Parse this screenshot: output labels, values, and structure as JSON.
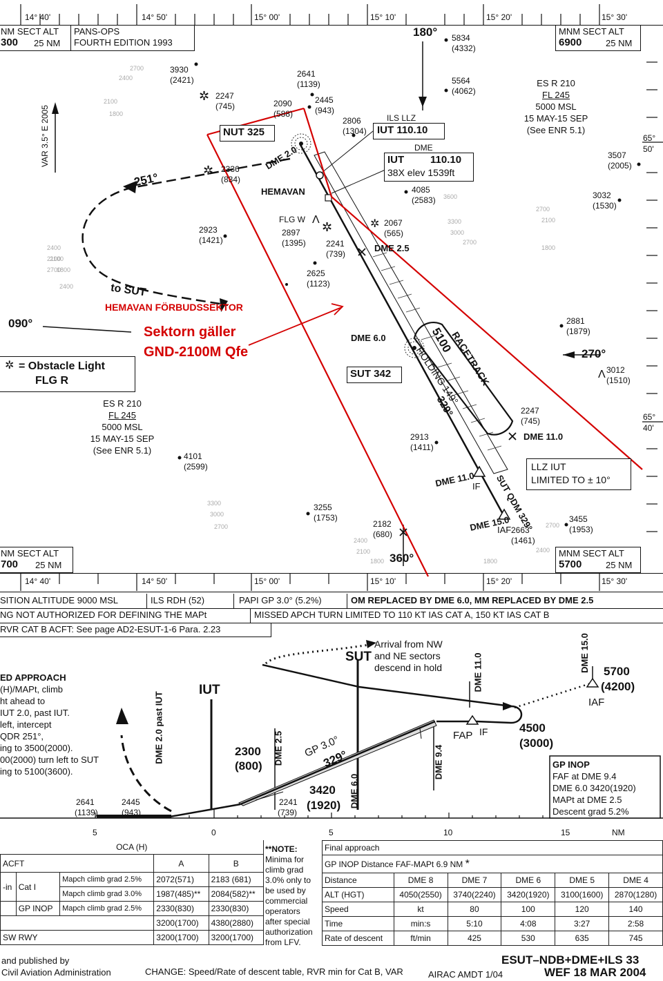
{
  "header": {
    "ticks": [
      "14° 40'",
      "14° 50'",
      "15° 00'",
      "15° 10'",
      "15° 20'",
      "15° 30'"
    ],
    "sect_left_title": "NM SECT ALT",
    "sect_left_val": "300",
    "sect_left_unit": "25 NM",
    "pans_line1": "PANS-OPS",
    "pans_line2": "FOURTH EDITION 1993",
    "sect_right_title": "MNM SECT ALT",
    "sect_right_val": "6900",
    "sect_right_unit": "25 NM"
  },
  "plan": {
    "var": "VAR 3.5° E 2005",
    "brg_top": "180°",
    "brg_bottom": "360°",
    "brg_left": "090°",
    "brg_right": "270°",
    "brg_251": "251°",
    "ndb_nut": "NUT 325",
    "ndb_sut": "SUT 342",
    "ils_llz_label": "ILS LLZ",
    "ils_llz": "IUT 110.10",
    "dme_label": "DME",
    "dme_id": "IUT",
    "dme_freq": "110.10",
    "dme_ch": "38X elev 1539ft",
    "hemavan": "HEMAVAN",
    "dme20": "DME 2.0",
    "dme25": "DME 2.5",
    "dme60": "DME 6.0",
    "dme110a": "DME 11.0",
    "dme110b": "DME 11.0",
    "if_label": "IF",
    "dme150": "DME 15.0",
    "iaf_label": "IAF",
    "holding": "HOLDING 149°",
    "holding_alt": "5100",
    "racetrack": "RACETRACK",
    "course_329": "329°",
    "sut_qdm": "SUT QDM 329°",
    "to_sut": "to SUT",
    "llz_box1": "LLZ IUT",
    "llz_box2": "LIMITED TO ± 10°",
    "esr_right": [
      "ES R 210",
      "FL 245",
      "5000 MSL",
      "15 MAY-15 SEP",
      "(See ENR 5.1)"
    ],
    "esr_left": [
      "ES R 210",
      "FL 245",
      "5000 MSL",
      "15 MAY-15 SEP",
      "(See ENR 5.1)"
    ],
    "obstacle_1": "= Obstacle Light",
    "obstacle_2": "FLG R",
    "flgw": "FLG W",
    "red_title": "HEMAVAN FÖRBUDSSEKTOR",
    "red_1": "Sektorn gäller",
    "red_2": "GND-2100M Qfe",
    "lat_65_50": "65°",
    "lat_50": "50'",
    "lat_65_40": "65°",
    "lat_40": "40'",
    "sect_bl_title": "NM SECT ALT",
    "sect_bl_val": "700",
    "sect_bl_unit": "25 NM",
    "sect_br_title": "MNM SECT ALT",
    "sect_br_val": "5700",
    "sect_br_unit": "25 NM",
    "elevations": [
      [
        "3930",
        "(2421)"
      ],
      [
        "2641",
        "(1139)"
      ],
      [
        "2247",
        "(745)"
      ],
      [
        "2090",
        "(588)"
      ],
      [
        "2445",
        "(943)"
      ],
      [
        "2806",
        "(1304)"
      ],
      [
        "5834",
        "(4332)"
      ],
      [
        "5564",
        "(4062)"
      ],
      [
        "2336",
        "(834)"
      ],
      [
        "4085",
        "(2583)"
      ],
      [
        "3507",
        "(2005)"
      ],
      [
        "3032",
        "(1530)"
      ],
      [
        "2923",
        "(1421)"
      ],
      [
        "2897",
        "(1395)"
      ],
      [
        "2241",
        "(739)"
      ],
      [
        "2067",
        "(565)"
      ],
      [
        "2625",
        "(1123)"
      ],
      [
        "2881",
        "(1879)"
      ],
      [
        "3012",
        "(1510)"
      ],
      [
        "2247",
        "(745)"
      ],
      [
        "2913",
        "(1411)"
      ],
      [
        "4101",
        "(2599)"
      ],
      [
        "3255",
        "(1753)"
      ],
      [
        "2182",
        "(680)"
      ],
      [
        "2663",
        "(1461)"
      ],
      [
        "3455",
        "(1953)"
      ]
    ],
    "contours": [
      "2700",
      "2400",
      "2100",
      "1800",
      "2400",
      "2100",
      "2700",
      "2400",
      "2100",
      "1800",
      "3600",
      "3300",
      "3000",
      "2700",
      "2700",
      "2100",
      "1800",
      "3300",
      "3000",
      "2700",
      "2400",
      "2100",
      "1800",
      "2700",
      "2400",
      "1800"
    ]
  },
  "strip": {
    "row1": [
      "SITION ALTITUDE 9000 MSL",
      "ILS RDH (52)",
      "PAPI GP 3.0° (5.2%)",
      "OM REPLACED BY DME 6.0, MM REPLACED BY DME 2.5"
    ],
    "row2": [
      "NG NOT AUTHORIZED FOR DEFINING THE MAPt",
      "MISSED APCH TURN LIMITED TO 110 KT IAS CAT A, 150 KT IAS CAT B"
    ],
    "row3": "RVR CAT B ACFT: See page AD2-ESUT-1-6 Para. 2.23"
  },
  "profile": {
    "missed": [
      "ED APPROACH",
      "(H)/MAPt, climb",
      "ht ahead to",
      "IUT 2.0, past IUT.",
      "left, intercept",
      "QDR 251°,",
      "ing to 3500(2000).",
      "00(2000) turn left to SUT",
      "ing to 5100(3600)."
    ],
    "iut": "IUT",
    "sut": "SUT",
    "arrival": [
      "Arrival from NW",
      "and NE sectors",
      "descend in hold"
    ],
    "dme20_past": "DME 2.0 past IUT",
    "dme25": "DME 2.5",
    "dme60": "DME 6.0",
    "dme94": "DME 9.4",
    "dme110": "DME 11.0",
    "dme150": "DME 15.0",
    "alt_2300": "2300",
    "alt_800": "(800)",
    "alt_3420": "3420",
    "alt_1920": "(1920)",
    "alt_4500": "4500",
    "alt_3000": "(3000)",
    "alt_5700": "5700",
    "alt_4200": "(4200)",
    "gp": "GP 3.0°",
    "course": "329°",
    "fap": "FAP",
    "if_label": "IF",
    "iaf": "IAF",
    "obs1a": "2641",
    "obs1b": "(1139)",
    "obs2a": "2445",
    "obs2b": "(943)",
    "obs3a": "2241",
    "obs3b": "(739)",
    "gpinop": [
      "GP INOP",
      "FAF at DME 9.4",
      "DME 6.0 3420(1920)",
      "MAPt at DME 2.5",
      "Descent grad 5.2%"
    ],
    "scale": [
      "5",
      "0",
      "5",
      "10",
      "15",
      "NM"
    ]
  },
  "oca": {
    "title": "OCA (H)",
    "cols": [
      "ACFT",
      "A",
      "B"
    ],
    "rows": [
      [
        "-in",
        "Cat I",
        "Mapch climb grad 2.5%",
        "2072(571)",
        "2183 (681)"
      ],
      [
        "",
        "",
        "Mapch climb grad 3.0%",
        "1987(485)**",
        "2084(582)**"
      ],
      [
        "",
        "GP INOP",
        "Mapch climb grad 2.5%",
        "2330(830)",
        "2330(830)"
      ],
      [
        "",
        "",
        "",
        "3200(1700)",
        "4380(2880)"
      ],
      [
        "SW RWY",
        "",
        "",
        "3200(1700)",
        "3200(1700)"
      ]
    ],
    "note": [
      "**NOTE:",
      "Minima for",
      "climb grad",
      "3.0% only to",
      "be used by",
      "commercial",
      "operators",
      "after special",
      "authorization",
      "from LFV."
    ]
  },
  "final": {
    "title": "Final approach",
    "gpinop": "GP INOP Distance FAF-MAPt 6.9 NM",
    "star": "*",
    "rows": [
      [
        "Distance",
        "DME 8",
        "DME 7",
        "DME 6",
        "DME 5",
        "DME 4"
      ],
      [
        "ALT (HGT)",
        "4050(2550)",
        "3740(2240)",
        "3420(1920)",
        "3100(1600)",
        "2870(1280)"
      ],
      [
        "Speed",
        "kt",
        "80",
        "100",
        "120",
        "140"
      ],
      [
        "Time",
        "min:s",
        "5:10",
        "4:08",
        "3:27",
        "2:58"
      ],
      [
        "Rate of descent",
        "ft/min",
        "425",
        "530",
        "635",
        "745"
      ]
    ]
  },
  "footer": {
    "pub1": "and published by",
    "pub2": "Civil Aviation Administration",
    "change": "CHANGE: Speed/Rate of descent table, RVR min for Cat B, VAR",
    "airac": "AIRAC AMDT 1/04",
    "chart_id": "ESUT–NDB+DME+ILS 33",
    "wef": "WEF 18 MAR 2004"
  }
}
